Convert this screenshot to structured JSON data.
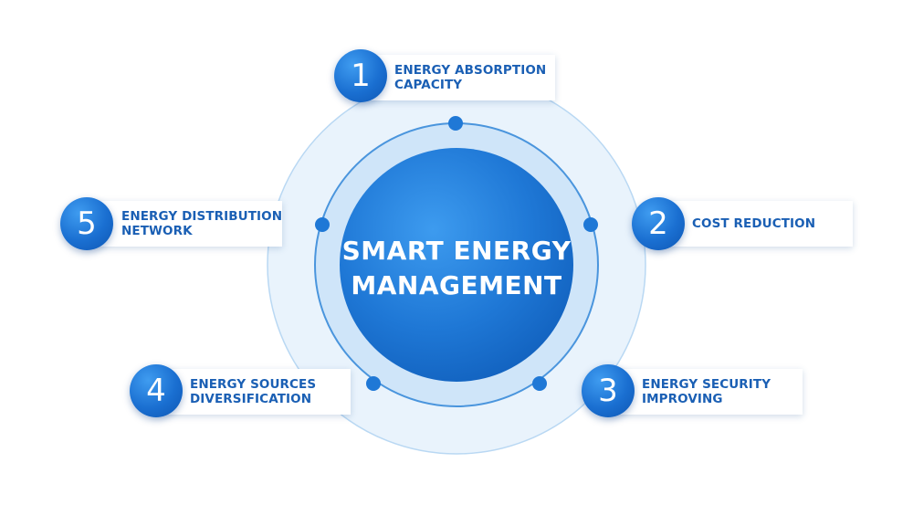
{
  "center": {
    "line1": "SMART ENERGY",
    "line2": "MANAGEMENT"
  },
  "items": [
    {
      "number": "1",
      "line1": "ENERGY ABSORPTION",
      "line2": "CAPACITY"
    },
    {
      "number": "2",
      "line1": "COST REDUCTION",
      "line2": ""
    },
    {
      "number": "3",
      "line1": "ENERGY SECURITY",
      "line2": "IMPROVING"
    },
    {
      "number": "4",
      "line1": "ENERGY SOURCES",
      "line2": "DIVERSIFICATION"
    },
    {
      "number": "5",
      "line1": "ENERGY DISTRIBUTION",
      "line2": "NETWORK"
    }
  ],
  "colors": {
    "primary": "#1a6fd1",
    "label_text": "#1a5fb4",
    "outer_ring": "#e6f1fb",
    "middle_ring": "#c9e2f8"
  }
}
